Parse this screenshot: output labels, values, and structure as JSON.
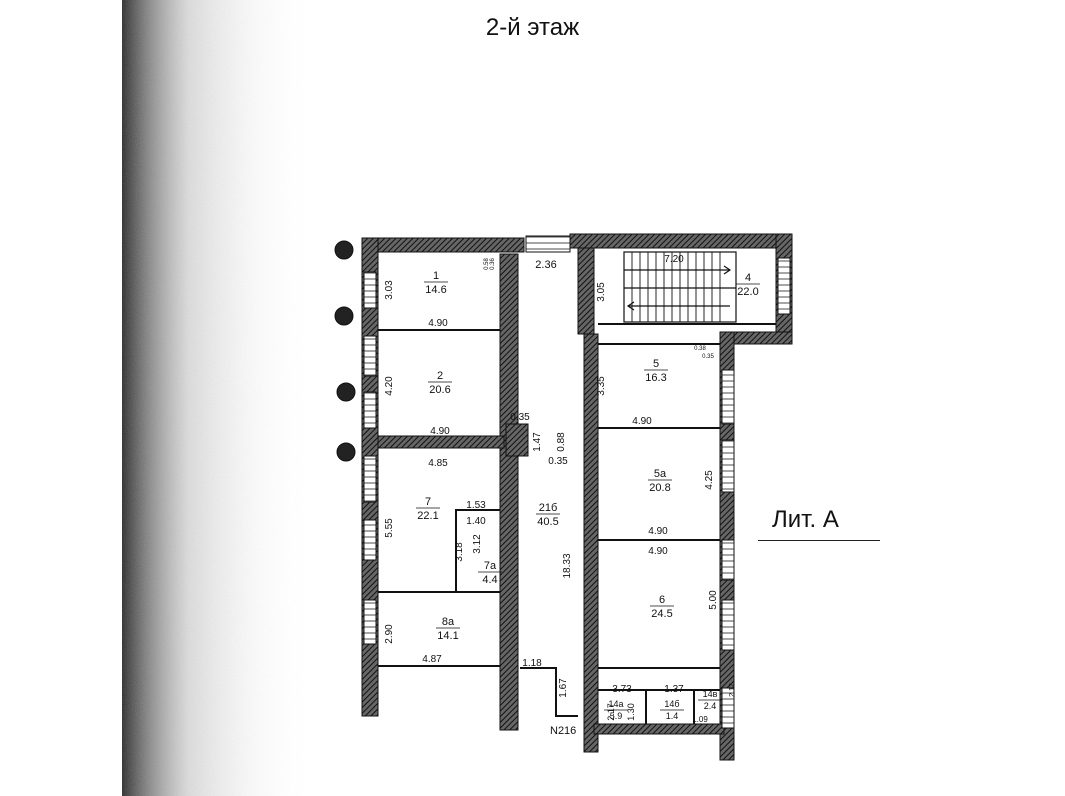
{
  "title": "2-й этаж",
  "building_label": "Лит. А",
  "stair_label": "N216",
  "rooms": [
    {
      "id": "1",
      "num": "1",
      "area": "14.6"
    },
    {
      "id": "2",
      "num": "2",
      "area": "20.6"
    },
    {
      "id": "4",
      "num": "4",
      "area": "22.0"
    },
    {
      "id": "5",
      "num": "5",
      "area": "16.3"
    },
    {
      "id": "5a",
      "num": "5а",
      "area": "20.8"
    },
    {
      "id": "6",
      "num": "6",
      "area": "24.5"
    },
    {
      "id": "7",
      "num": "7",
      "area": "22.1"
    },
    {
      "id": "7a",
      "num": "7а",
      "area": "4.4"
    },
    {
      "id": "8a",
      "num": "8а",
      "area": "14.1"
    },
    {
      "id": "21b",
      "num": "21б",
      "area": "40.5"
    },
    {
      "id": "14a",
      "num": "14а",
      "area": "5.9"
    },
    {
      "id": "14b",
      "num": "14б",
      "area": "1.4"
    },
    {
      "id": "14v",
      "num": "14в",
      "area": "2.4"
    }
  ],
  "dimensions": [
    "3.03",
    "4.90",
    "0.58",
    "0.36",
    "2.36",
    "3.05",
    "7.20",
    "4.20",
    "4.90",
    "0.35",
    "0.38",
    "0.35",
    "3.35",
    "4.90",
    "1.47",
    "0.88",
    "0.35",
    "4.85",
    "4.25",
    "5.55",
    "1.53",
    "1.40",
    "3.12",
    "3.18",
    "4.90",
    "4.90",
    "18.33",
    "5.00",
    "2.90",
    "4.87",
    "1.18",
    "1.67",
    "3.73",
    "1.37",
    "2.17",
    "2.17",
    "1.30",
    "1.09"
  ]
}
